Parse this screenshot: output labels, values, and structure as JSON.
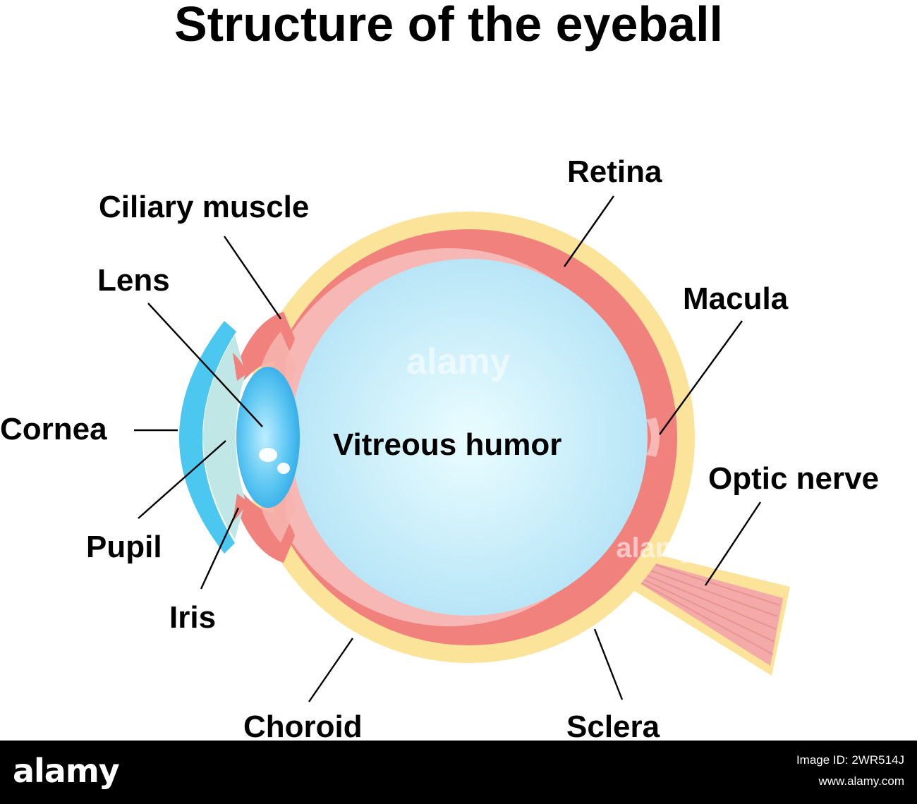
{
  "title": "Structure of the eyeball",
  "labels": {
    "ciliary_muscle": "Ciliary muscle",
    "lens": "Lens",
    "cornea": "Cornea",
    "pupil": "Pupil",
    "iris": "Iris",
    "choroid": "Choroid",
    "vitreous_humor": "Vitreous humor",
    "retina": "Retina",
    "macula": "Macula",
    "optic_nerve": "Optic nerve",
    "sclera": "Sclera"
  },
  "watermark": "alamy",
  "footer": {
    "brand": "alamy",
    "image_id": "Image ID: 2WR514J",
    "url": "www.alamy.com"
  },
  "colors": {
    "sclera": "#fbe39a",
    "choroid": "#f0817c",
    "retina": "#f7b7b4",
    "vitreous_center": "#e9fdff",
    "vitreous_edge": "#b5e4f6",
    "cornea": "#4cc8f0",
    "aqueous": "#c1e6e6",
    "lens": "#3fb6ee",
    "optic_nerve": "#f4aaa8"
  }
}
